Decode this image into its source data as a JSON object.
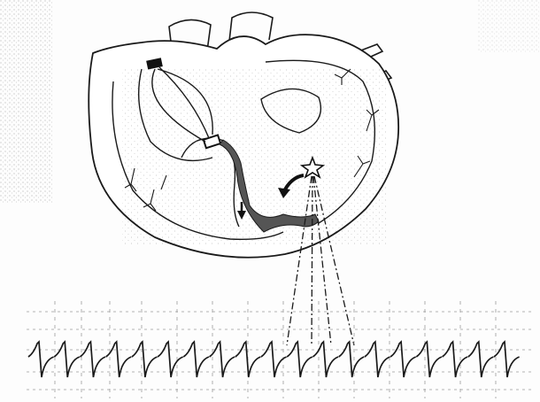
{
  "figure": {
    "kind": "anatomical line illustration",
    "ink_color": "#1a1a1a",
    "paper_color": "#fdfdfd",
    "conduction_band_color": "#555555",
    "ecg_grid_color": "#9a9a9a"
  },
  "ectopic_focus": {
    "icon": "star-icon",
    "arrow_icon": "curved-arrow-icon"
  },
  "conduction_nodes": {
    "sa_node_icon": "rectangle-node-icon",
    "av_node_icon": "rectangle-node-icon"
  },
  "ecg_strip": {
    "complex_count": 19,
    "linked_complexes": [
      12,
      13,
      14
    ]
  }
}
